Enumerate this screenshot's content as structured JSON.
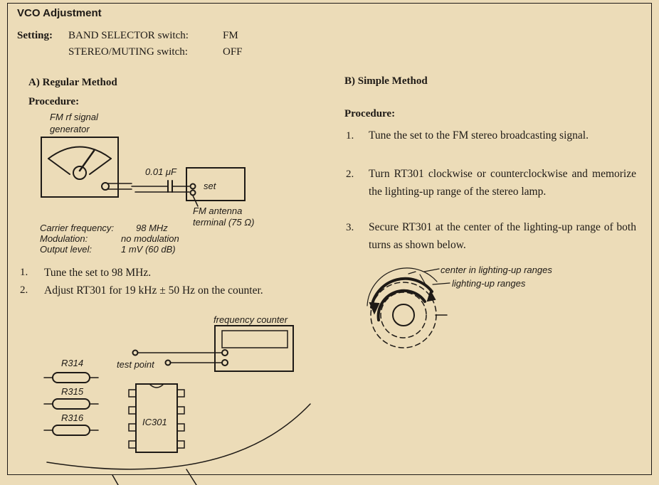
{
  "title": "VCO Adjustment",
  "setting": {
    "label": "Setting:",
    "rows": [
      {
        "name": "BAND SELECTOR switch:",
        "value": "FM"
      },
      {
        "name": "STEREO/MUTING switch:",
        "value": "OFF"
      }
    ]
  },
  "regular": {
    "heading": "A)  Regular Method",
    "procedure": "Procedure:",
    "diagram": {
      "generator_label_1": "FM rf signal",
      "generator_label_2": "generator",
      "capacitor": "0.01 μF",
      "set": "set",
      "antenna_1": "FM antenna",
      "antenna_2": "terminal (75 Ω)",
      "specs": [
        {
          "k": "Carrier frequency:",
          "v": "98 MHz"
        },
        {
          "k": "Modulation:",
          "v": "no modulation"
        },
        {
          "k": "Output level:",
          "v": "1 mV (60 dB)"
        }
      ]
    },
    "steps": [
      {
        "num": "1.",
        "text": "Tune the set to 98 MHz."
      },
      {
        "num": "2.",
        "text": "Adjust RT301 for 19 kHz ± 50 Hz on the counter."
      }
    ],
    "diagram2": {
      "counter": "frequency counter",
      "test_point": "test point",
      "r1": "R314",
      "r2": "R315",
      "r3": "R316",
      "ic": "IC301"
    }
  },
  "simple": {
    "heading": "B)  Simple Method",
    "procedure": "Procedure:",
    "steps": [
      {
        "num": "1.",
        "text": "Tune the set to the FM stereo broadcasting signal."
      },
      {
        "num": "2.",
        "text": "Turn RT301 clockwise or counterclockwise and memorize the lighting-up range of the stereo lamp."
      },
      {
        "num": "3.",
        "text": "Secure RT301 at the center of the lighting-up range of both turns as shown below."
      }
    ],
    "diagram": {
      "center_label": "center in lighting-up ranges",
      "ranges_label": "lighting-up ranges"
    }
  }
}
